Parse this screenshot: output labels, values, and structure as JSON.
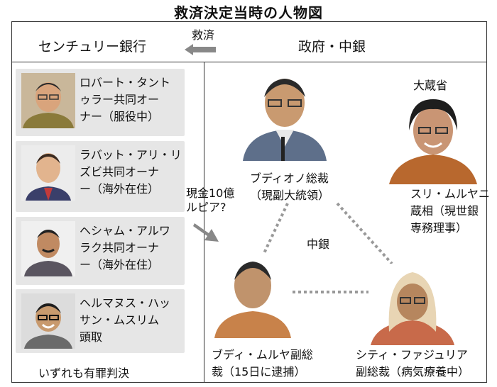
{
  "title": "救済決定当時の人物図",
  "left_header": "センチュリー銀行",
  "right_header": "政府・中銀",
  "bailout_label": "救済",
  "money_label": "現金10億\nルピア?",
  "owners": [
    {
      "name": "ロバート・タント\nゥラー共同オー\nナー（服役中）",
      "icon": "person-photo"
    },
    {
      "name": "ラバット・アリ・リ\nズビ共同オーナ\nー（海外在住）",
      "icon": "person-photo"
    },
    {
      "name": "ヘシャム・アルワ\nラク共同オーナ\nー（海外在住）",
      "icon": "person-photo"
    },
    {
      "name": "ヘルマヌス・ハッ\nサン・ムスリム\n頭取",
      "icon": "person-photo"
    }
  ],
  "verdict": "いずれも有罪判決",
  "mof_label": "大蔵省",
  "cb_label": "中銀",
  "boediono": "ブディオノ総裁\n（現副大統領）",
  "sri": "スリ・ムルヤニ\n蔵相（現世銀\n専務理事）",
  "budi": "ブディ・ムルヤ副総\n裁（15日に逮捕）",
  "siti": "シティ・ファジュリア\n副総裁（病気療養中）",
  "colors": {
    "arrow": "#888888",
    "card": "#e6e6e6",
    "dotted": "#999999"
  }
}
